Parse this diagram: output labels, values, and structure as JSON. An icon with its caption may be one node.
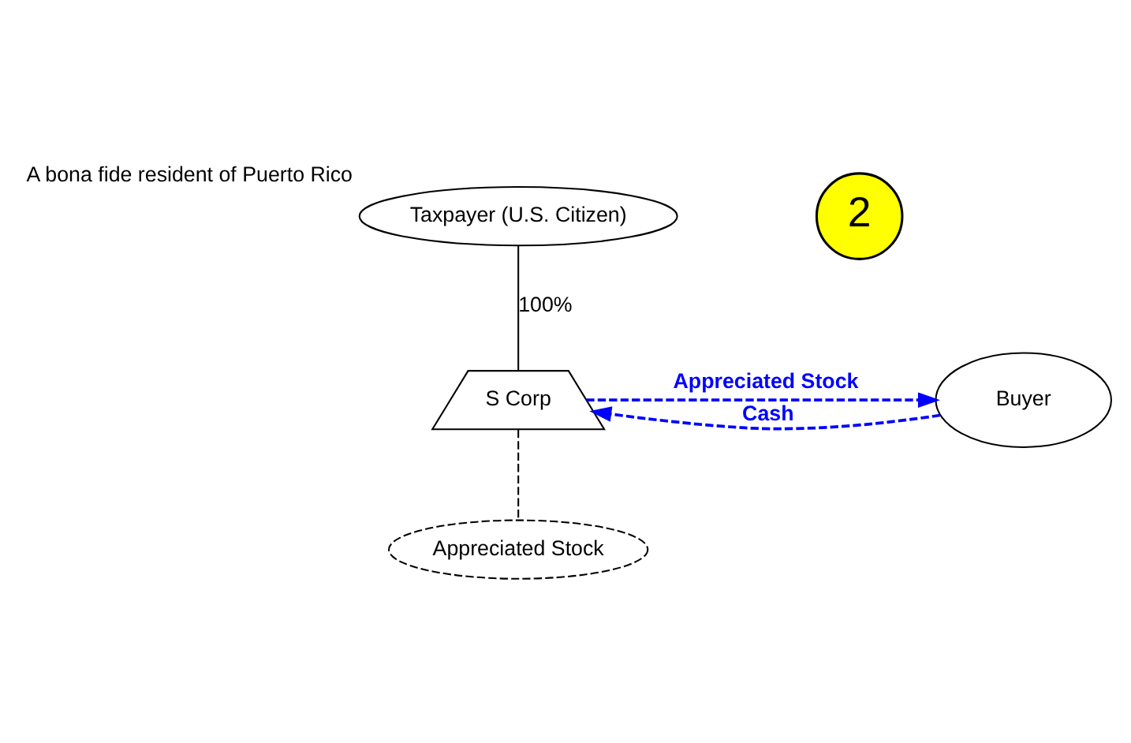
{
  "diagram": {
    "nodes": [
      {
        "text": [
          "Taxpayer (U.S. Citizen)"
        ],
        "beside": [
          "A bona fide resident of Puerto Rico"
        ]
      },
      {
        "text": [
          "S Corp"
        ]
      },
      {
        "text": [
          "Buyer"
        ]
      },
      {
        "text": [
          "Appreciated Stock"
        ]
      },
      {
        "text": [
          "2"
        ]
      }
    ],
    "edges": [
      {
        "from": 0,
        "to": 1,
        "arrow": "none",
        "label": "100%"
      },
      {
        "from": 2,
        "to": 1,
        "arrow": "to",
        "label": "Cash",
        "style": "dashed",
        "color": "#0000ff"
      },
      {
        "from": 1,
        "to": 2,
        "arrow": "to",
        "label": "Appreciated Stock",
        "style": "dashed",
        "color": "#0000ff"
      },
      {
        "from": 1,
        "to": 3,
        "arrow": "none",
        "style": "dashed"
      }
    ]
  }
}
